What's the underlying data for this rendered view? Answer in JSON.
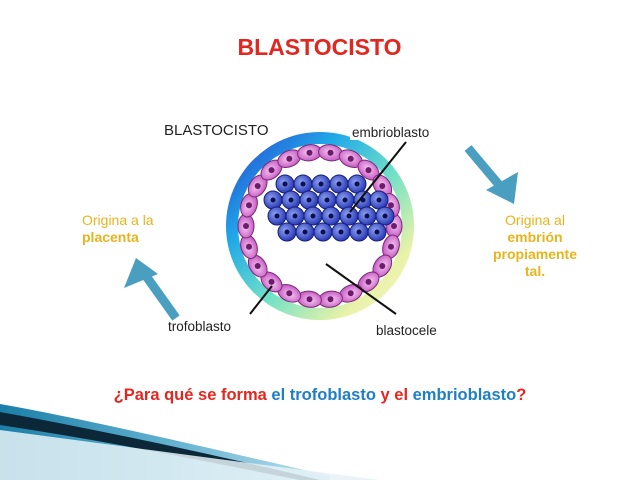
{
  "title": "BLASTOCISTO",
  "diagram": {
    "label_blastocisto": "BLASTOCISTO",
    "label_embrioblasto": "embrioblasto",
    "label_trofoblasto": "trofoblasto",
    "label_blastocele": "blastocele"
  },
  "left_note": {
    "line1": "Origina a la",
    "line2": "placenta"
  },
  "right_note": {
    "line1": "Origina al",
    "line2": "embrión",
    "line3": "propiamente",
    "line4": "tal."
  },
  "question": {
    "part1": "¿Para qué se forma ",
    "part2": "el ",
    "part3": "trofoblasto",
    "part4": " y el ",
    "part5": "embrioblasto",
    "part6": "?"
  },
  "colors": {
    "title": "#e3261f",
    "note": "#e8b41e",
    "question_red": "#e3261f",
    "question_blue": "#1e7fc7",
    "arrow": "#4a9fc0"
  }
}
